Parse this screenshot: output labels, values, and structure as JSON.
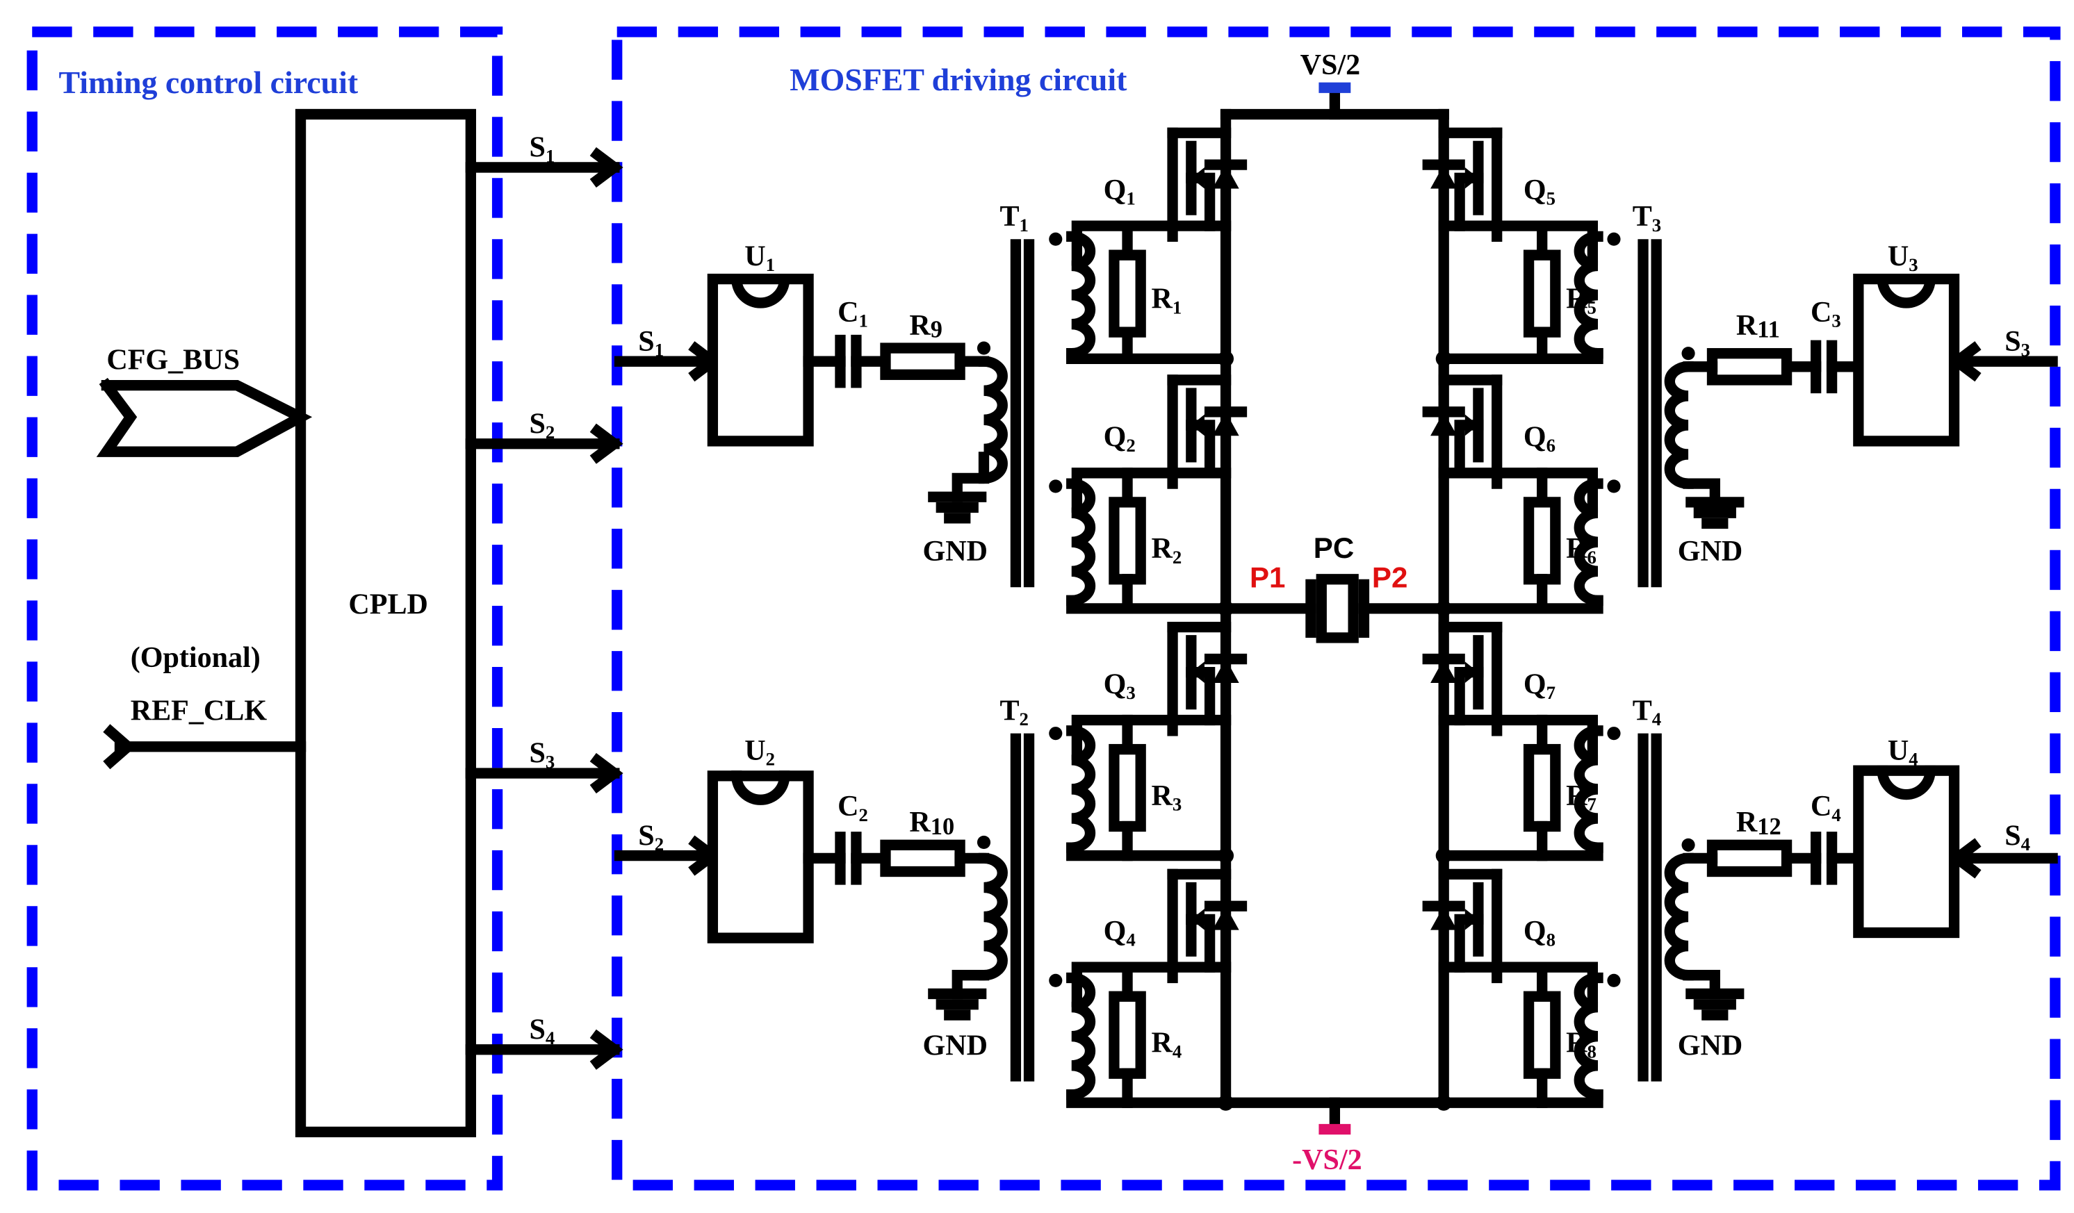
{
  "sections": {
    "timing_title": "Timing control circuit",
    "mosfet_title": "MOSFET driving circuit"
  },
  "cpld": {
    "label": "CPLD"
  },
  "inputs": {
    "cfg_bus": "CFG_BUS",
    "optional": "(Optional)",
    "ref_clk": "REF_CLK"
  },
  "signals": {
    "s1": "S",
    "s2": "S",
    "s3": "S",
    "s4": "S",
    "s1_sub": "1",
    "s2_sub": "2",
    "s3_sub": "3",
    "s4_sub": "4"
  },
  "components": {
    "U": "U",
    "C": "C",
    "R": "R",
    "T": "T",
    "Q": "Q",
    "gnd": "GND"
  },
  "power": {
    "pos": "VS/2",
    "neg": "-VS/2"
  },
  "load": {
    "pc": "PC",
    "p1": "P1",
    "p2": "P2"
  },
  "colors": {
    "section_border": "#0000ff",
    "section_title": "#1f3fd8",
    "port_label": "#e01010",
    "neg_rail": "#e0106a"
  }
}
